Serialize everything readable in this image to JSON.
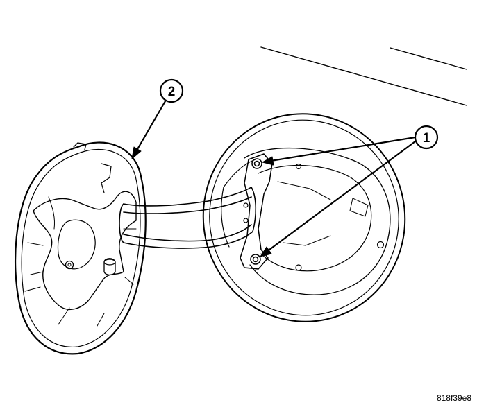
{
  "figure": {
    "callouts": [
      {
        "id": "1",
        "label": "1"
      },
      {
        "id": "2",
        "label": "2"
      }
    ],
    "reference_code": "818f39e8",
    "colors": {
      "line": "#000000",
      "background": "#ffffff"
    }
  }
}
